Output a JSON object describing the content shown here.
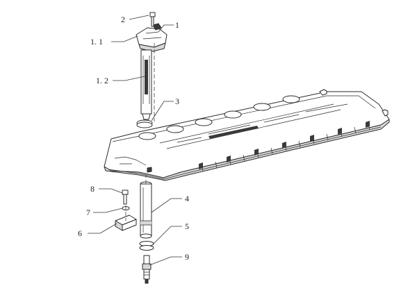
{
  "figure": {
    "labels": [
      {
        "id": "label-2",
        "text": "2"
      },
      {
        "id": "label-1",
        "text": "1"
      },
      {
        "id": "label-1-1",
        "text": "1. 1"
      },
      {
        "id": "label-1-2",
        "text": "1. 2"
      },
      {
        "id": "label-3",
        "text": "3"
      },
      {
        "id": "label-8",
        "text": "8"
      },
      {
        "id": "label-4",
        "text": "4"
      },
      {
        "id": "label-7",
        "text": "7"
      },
      {
        "id": "label-5",
        "text": "5"
      },
      {
        "id": "label-6",
        "text": "6"
      },
      {
        "id": "label-9",
        "text": "9"
      }
    ]
  }
}
